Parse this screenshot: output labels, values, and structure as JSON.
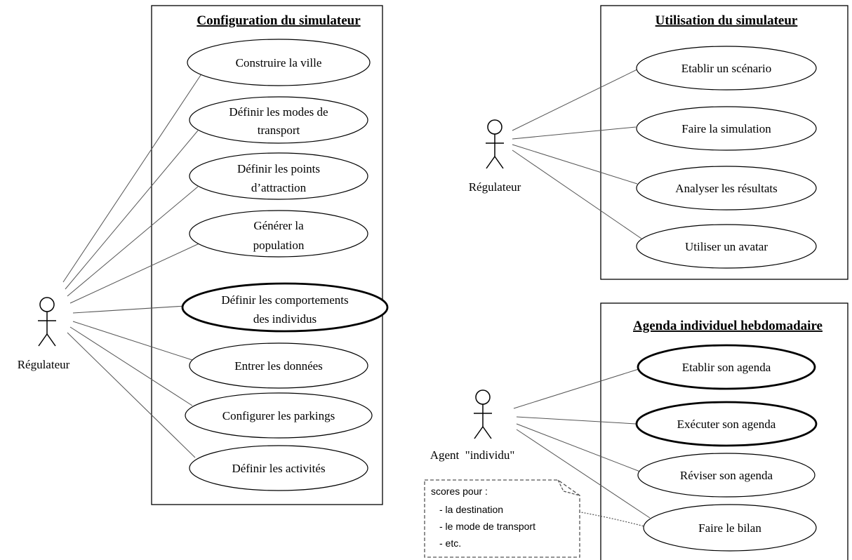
{
  "boxes": {
    "config": {
      "title": "Configuration du simulateur"
    },
    "usage": {
      "title": "Utilisation du simulateur"
    },
    "agenda": {
      "title": "Agenda individuel hebdomadaire"
    }
  },
  "actors": {
    "regulateur_left": {
      "label": "Régulateur"
    },
    "regulateur_right": {
      "label": "Régulateur"
    },
    "agent": {
      "label": "Agent  \"individu\""
    }
  },
  "config_usecases": [
    {
      "lines": [
        "Construire la ville"
      ],
      "emphasized": false
    },
    {
      "lines": [
        "Définir les modes de",
        "transport"
      ],
      "emphasized": false
    },
    {
      "lines": [
        "Définir les points",
        "d’attraction"
      ],
      "emphasized": false
    },
    {
      "lines": [
        "Générer la",
        "population"
      ],
      "emphasized": false
    },
    {
      "lines": [
        "Définir les comportements",
        "des individus"
      ],
      "emphasized": true
    },
    {
      "lines": [
        "Entrer les données"
      ],
      "emphasized": false
    },
    {
      "lines": [
        "Configurer les parkings"
      ],
      "emphasized": false
    },
    {
      "lines": [
        "Définir les activités"
      ],
      "emphasized": false
    }
  ],
  "usage_usecases": [
    {
      "lines": [
        "Etablir un scénario"
      ],
      "emphasized": false
    },
    {
      "lines": [
        "Faire la simulation"
      ],
      "emphasized": false
    },
    {
      "lines": [
        "Analyser les résultats"
      ],
      "emphasized": false
    },
    {
      "lines": [
        "Utiliser un avatar"
      ],
      "emphasized": false
    }
  ],
  "agenda_usecases": [
    {
      "lines": [
        "Etablir son agenda"
      ],
      "emphasized": true
    },
    {
      "lines": [
        "Exécuter son agenda"
      ],
      "emphasized": true
    },
    {
      "lines": [
        "Réviser son agenda"
      ],
      "emphasized": false
    },
    {
      "lines": [
        "Faire le bilan"
      ],
      "emphasized": false
    }
  ],
  "note": {
    "lines": [
      "scores pour :",
      "- la destination",
      "- le mode de transport",
      "- etc."
    ]
  }
}
